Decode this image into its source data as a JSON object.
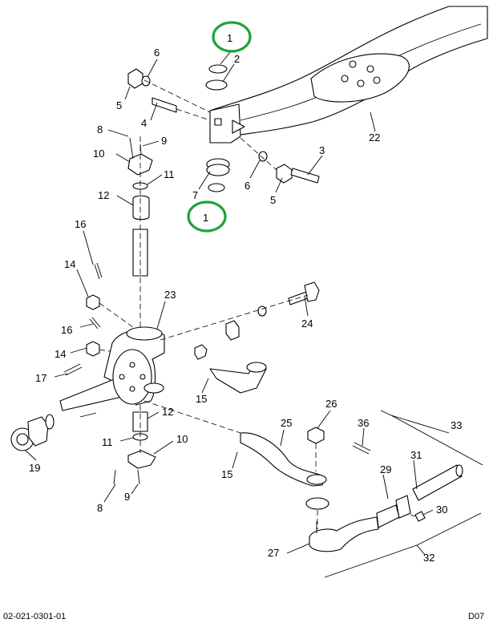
{
  "diagram": {
    "footer_left": "02-021-0301-01",
    "footer_right": "D07",
    "highlight_color": "#1fa33a",
    "callouts": {
      "c1_top": "1",
      "c1_bot": "1",
      "c2": "2",
      "c3": "3",
      "c4": "4",
      "c5_a": "5",
      "c5_b": "5",
      "c6_a": "6",
      "c6_b": "6",
      "c7": "7",
      "c8_a": "8",
      "c8_b": "8",
      "c9_a": "9",
      "c9_b": "9",
      "c10_a": "10",
      "c10_b": "10",
      "c11_a": "11",
      "c11_b": "11",
      "c12_a": "12",
      "c12_b": "12",
      "c14_a": "14",
      "c14_b": "14",
      "c15_a": "15",
      "c15_b": "15",
      "c16_a": "16",
      "c16_b": "16",
      "c17": "17",
      "c19": "19",
      "c22": "22",
      "c23": "23",
      "c24": "24",
      "c25": "25",
      "c26": "26",
      "c27": "27",
      "c29": "29",
      "c30": "30",
      "c31": "31",
      "c32": "32",
      "c33": "33",
      "c36": "36"
    }
  }
}
